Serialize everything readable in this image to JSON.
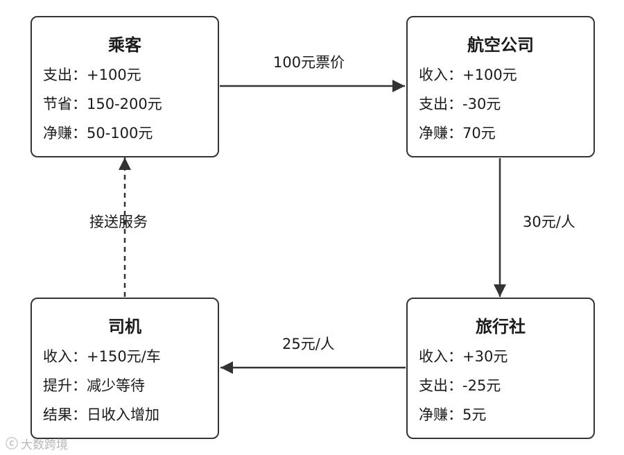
{
  "nodes": {
    "passenger": {
      "title": "乘客",
      "lines": [
        "支出：+100元",
        "节省：150-200元",
        "净赚：50-100元"
      ]
    },
    "airline": {
      "title": "航空公司",
      "lines": [
        "收入：+100元",
        "支出：-30元",
        "净赚：70元"
      ]
    },
    "driver": {
      "title": "司机",
      "lines": [
        "收入：+150元/车",
        "提升：减少等待",
        "结果：日收入增加"
      ]
    },
    "agency": {
      "title": "旅行社",
      "lines": [
        "收入：+30元",
        "支出：-25元",
        "净赚：5元"
      ]
    }
  },
  "edges": {
    "passenger_to_airline": "100元票价",
    "airline_to_agency": "30元/人",
    "agency_to_driver": "25元/人",
    "driver_to_passenger": "接送服务"
  },
  "colors": {
    "stroke": "#333333",
    "text": "#1a1a1a",
    "watermark": "#b8b8b8"
  },
  "watermark": {
    "logo": "ⓒ",
    "text": "大数跨境"
  }
}
